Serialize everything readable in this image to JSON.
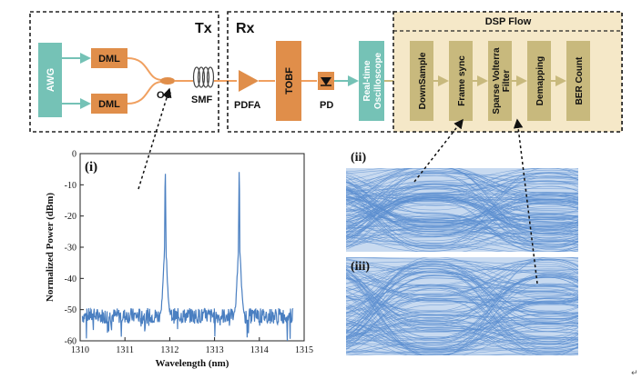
{
  "colors": {
    "teal": "#75c2b6",
    "orange": "#e08e4a",
    "tan": "#c8b97d",
    "dsp_bg": "#f5e8c8",
    "signal_blue": "#4a7fc1",
    "eye_blue": "#5b8fd0",
    "frame": "#222222"
  },
  "diagram": {
    "tx_label": "Tx",
    "rx_label": "Rx",
    "dsp_label": "DSP Flow",
    "awg": "AWG",
    "dml_top": "DML",
    "dml_bottom": "DML",
    "oc": "OC",
    "smf": "SMF",
    "pdfa": "PDFA",
    "tobf": "TOBF",
    "pd": "PD",
    "oscilloscope_line1": "Real-time",
    "oscilloscope_line2": "Oscilloscope",
    "dsp_steps": [
      {
        "line1": "DownSample",
        "line2": ""
      },
      {
        "line1": "Frame sync",
        "line2": ""
      },
      {
        "line1": "Sparse Volterra",
        "line2": "Filter"
      },
      {
        "line1": "Demapping",
        "line2": ""
      },
      {
        "line1": "BER Count",
        "line2": ""
      }
    ]
  },
  "panels": {
    "spectrum_tag": "(i)",
    "eye2_tag": "(ii)",
    "eye3_tag": "(iii)"
  },
  "chart_data": {
    "type": "line",
    "title": "",
    "xlabel": "Wavelength (nm)",
    "ylabel": "Normalized Power (dBm)",
    "xlim": [
      1310,
      1315
    ],
    "ylim": [
      -60,
      0
    ],
    "x_ticks": [
      "1310",
      "1311",
      "1312",
      "1313",
      "1314",
      "1315"
    ],
    "y_ticks": [
      "0",
      "-10",
      "-20",
      "-30",
      "-40",
      "-50",
      "-60"
    ],
    "noise_floor_dbm": -52,
    "peaks": [
      {
        "center_nm": 1311.9,
        "peak_dbm": -6
      },
      {
        "center_nm": 1313.55,
        "peak_dbm": -6
      }
    ],
    "grid": false
  }
}
